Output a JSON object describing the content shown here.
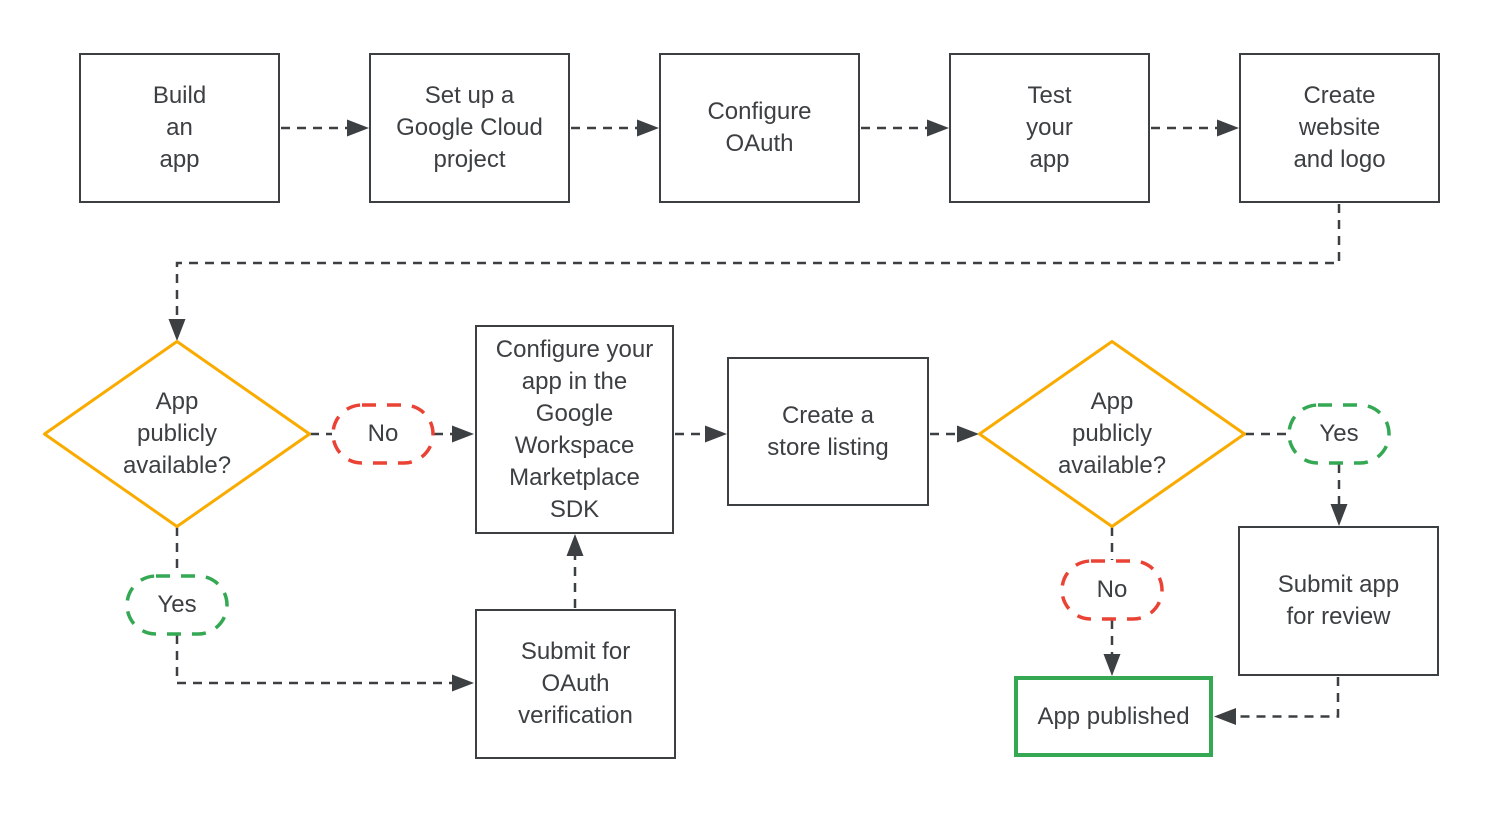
{
  "colors": {
    "ink": "#3C4043",
    "yellow": "#F9AB00",
    "red": "#EA4335",
    "green": "#34A853",
    "background": "#FFFFFF"
  },
  "nodes": {
    "build_app": {
      "label": "Build\nan\napp"
    },
    "cloud_project": {
      "label": "Set up a\nGoogle Cloud\nproject"
    },
    "configure_oauth": {
      "label": "Configure\nOAuth"
    },
    "test_app": {
      "label": "Test\nyour\napp"
    },
    "website_logo": {
      "label": "Create\nwebsite\nand logo"
    },
    "decision_left": {
      "label": "App\npublicly\navailable?"
    },
    "sdk": {
      "label": "Configure your\napp in the\nGoogle\nWorkspace\nMarketplace\nSDK"
    },
    "store_listing": {
      "label": "Create a\nstore listing"
    },
    "decision_right": {
      "label": "App\npublicly\navailable?"
    },
    "submit_oauth": {
      "label": "Submit for\nOAuth\nverification"
    },
    "submit_review": {
      "label": "Submit app\nfor review"
    },
    "app_published": {
      "label": "App published"
    }
  },
  "edges": {
    "no_left": {
      "label": "No"
    },
    "yes_left": {
      "label": "Yes"
    },
    "yes_right": {
      "label": "Yes"
    },
    "no_right": {
      "label": "No"
    }
  }
}
